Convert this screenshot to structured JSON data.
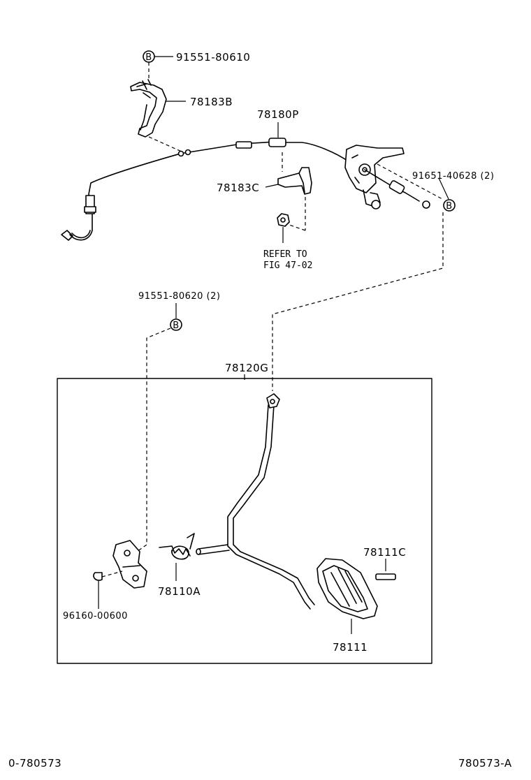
{
  "diagram": {
    "colors": {
      "ink": "#000000",
      "paper": "#ffffff"
    },
    "labels": {
      "bolt_b_top": "91551-80610",
      "bracket_78183b": "78183B",
      "cable_78180p": "78180P",
      "bracket_78183c": "78183C",
      "refer_line1": "REFER TO",
      "refer_line2": "FIG 47-02",
      "bolt_b_right": "91651-40628 (2)",
      "bolt_b_mid": "91551-80620 (2)",
      "assembly_78120g": "78120G",
      "pad_78111c": "78111C",
      "spring_78110a": "78110A",
      "clip_96160": "96160-00600",
      "pedal_78111": "78111",
      "footer_left": "0-780573",
      "footer_right": "780573-A"
    },
    "badges": {
      "b_top": "B",
      "b_right": "B",
      "b_mid": "B"
    }
  }
}
